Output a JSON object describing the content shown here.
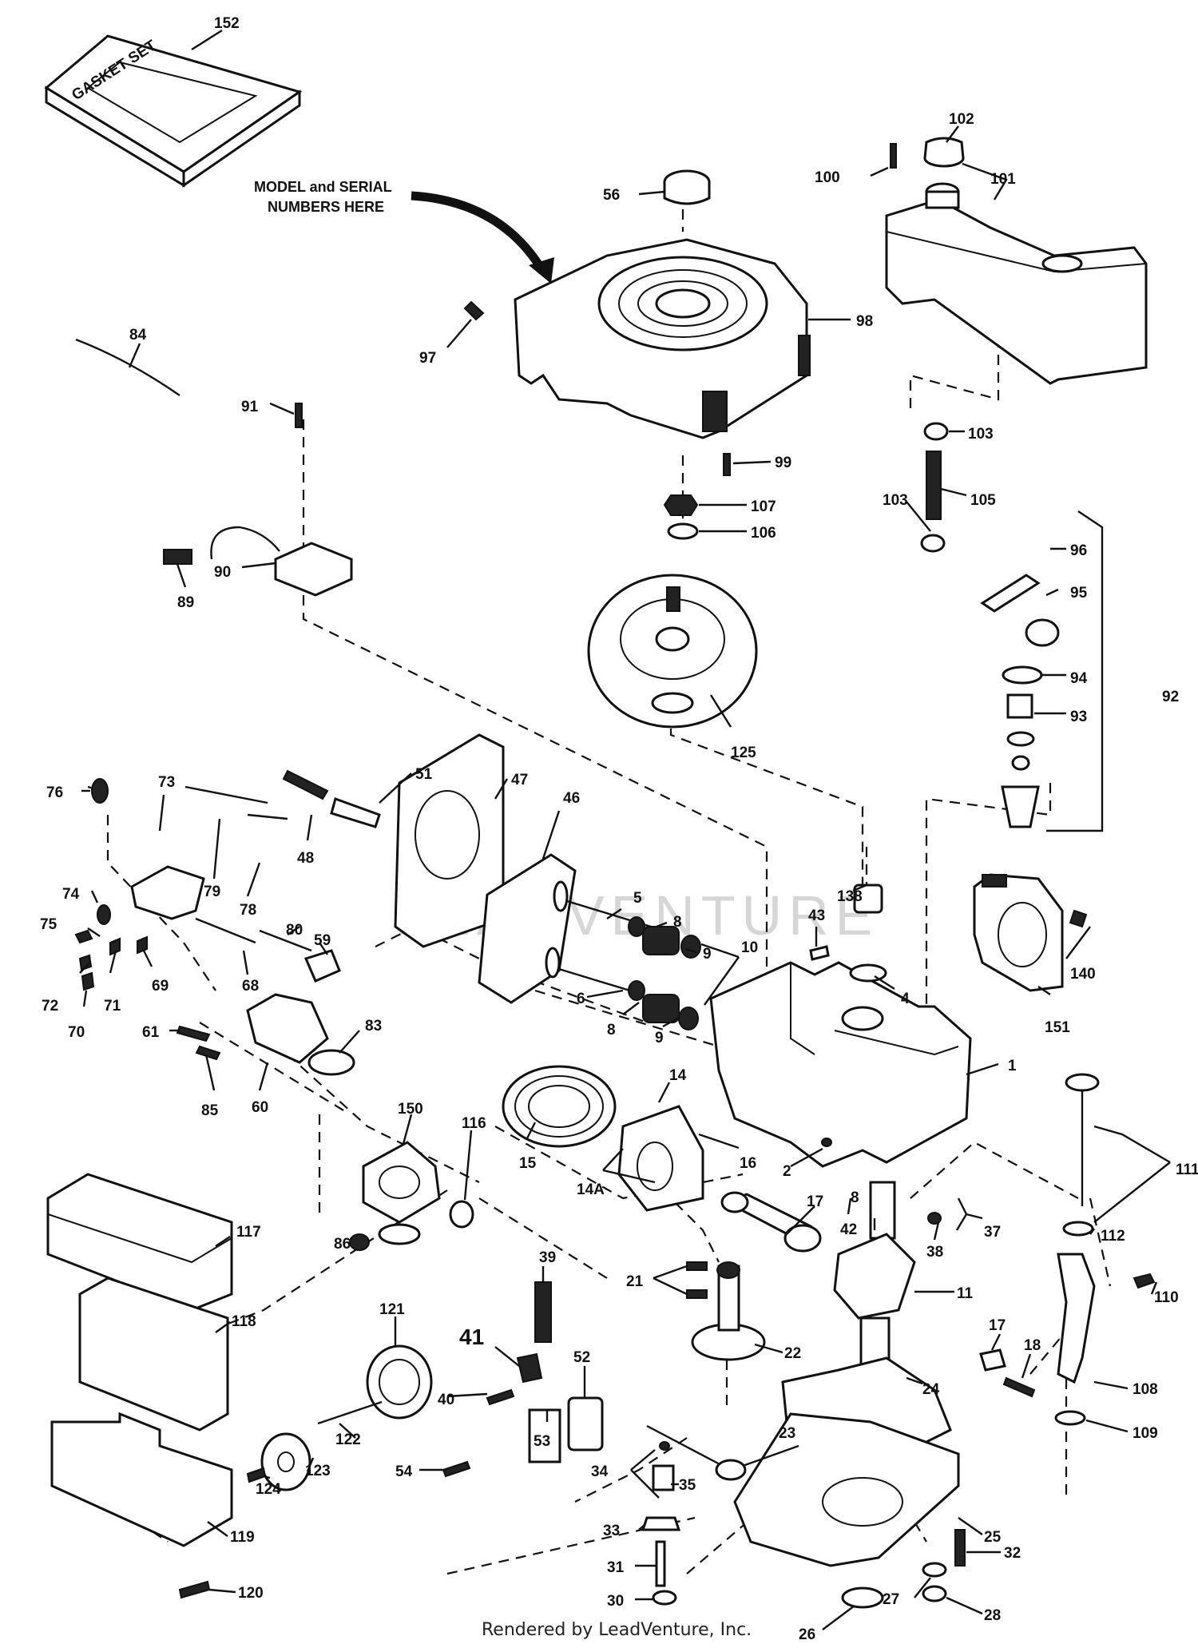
{
  "callout": {
    "line1": "MODEL and SERIAL",
    "line2": "NUMBERS HERE"
  },
  "gasket_set_text": "GASKET SET",
  "watermark": "LEADVENTURE",
  "footer": "Rendered by LeadVenture, Inc.",
  "labels": [
    {
      "id": "152",
      "text": "152"
    },
    {
      "id": "56",
      "text": "56"
    },
    {
      "id": "100",
      "text": "100"
    },
    {
      "id": "102",
      "text": "102"
    },
    {
      "id": "101",
      "text": "101"
    },
    {
      "id": "98",
      "text": "98"
    },
    {
      "id": "97",
      "text": "97"
    },
    {
      "id": "84",
      "text": "84"
    },
    {
      "id": "91",
      "text": "91"
    },
    {
      "id": "103a",
      "text": "103"
    },
    {
      "id": "99",
      "text": "99"
    },
    {
      "id": "107",
      "text": "107"
    },
    {
      "id": "103b",
      "text": "103"
    },
    {
      "id": "105",
      "text": "105"
    },
    {
      "id": "106",
      "text": "106"
    },
    {
      "id": "90",
      "text": "90"
    },
    {
      "id": "89",
      "text": "89"
    },
    {
      "id": "96",
      "text": "96"
    },
    {
      "id": "95",
      "text": "95"
    },
    {
      "id": "94",
      "text": "94"
    },
    {
      "id": "92",
      "text": "92"
    },
    {
      "id": "93",
      "text": "93"
    },
    {
      "id": "125",
      "text": "125"
    },
    {
      "id": "76",
      "text": "76"
    },
    {
      "id": "73",
      "text": "73"
    },
    {
      "id": "51",
      "text": "51"
    },
    {
      "id": "47",
      "text": "47"
    },
    {
      "id": "48",
      "text": "48"
    },
    {
      "id": "46",
      "text": "46"
    },
    {
      "id": "79",
      "text": "79"
    },
    {
      "id": "78",
      "text": "78"
    },
    {
      "id": "138",
      "text": "138"
    },
    {
      "id": "5",
      "text": "5"
    },
    {
      "id": "74",
      "text": "74"
    },
    {
      "id": "75",
      "text": "75"
    },
    {
      "id": "80",
      "text": "80"
    },
    {
      "id": "8a",
      "text": "8"
    },
    {
      "id": "9a",
      "text": "9"
    },
    {
      "id": "43",
      "text": "43"
    },
    {
      "id": "10",
      "text": "10"
    },
    {
      "id": "59",
      "text": "59"
    },
    {
      "id": "68",
      "text": "68"
    },
    {
      "id": "140",
      "text": "140"
    },
    {
      "id": "72",
      "text": "72"
    },
    {
      "id": "71",
      "text": "71"
    },
    {
      "id": "69",
      "text": "69"
    },
    {
      "id": "6",
      "text": "6"
    },
    {
      "id": "4",
      "text": "4"
    },
    {
      "id": "151",
      "text": "151"
    },
    {
      "id": "70",
      "text": "70"
    },
    {
      "id": "8b",
      "text": "8"
    },
    {
      "id": "9b",
      "text": "9"
    },
    {
      "id": "61",
      "text": "61"
    },
    {
      "id": "83",
      "text": "83"
    },
    {
      "id": "14",
      "text": "14"
    },
    {
      "id": "1",
      "text": "1"
    },
    {
      "id": "85",
      "text": "85"
    },
    {
      "id": "60",
      "text": "60"
    },
    {
      "id": "150",
      "text": "150"
    },
    {
      "id": "15",
      "text": "15"
    },
    {
      "id": "116",
      "text": "116"
    },
    {
      "id": "16",
      "text": "16"
    },
    {
      "id": "2",
      "text": "2"
    },
    {
      "id": "111",
      "text": "111"
    },
    {
      "id": "14A",
      "text": "14A"
    },
    {
      "id": "17a",
      "text": "17"
    },
    {
      "id": "8c",
      "text": "8"
    },
    {
      "id": "42",
      "text": "42"
    },
    {
      "id": "37",
      "text": "37"
    },
    {
      "id": "117",
      "text": "117"
    },
    {
      "id": "86",
      "text": "86"
    },
    {
      "id": "38",
      "text": "38"
    },
    {
      "id": "112",
      "text": "112"
    },
    {
      "id": "39",
      "text": "39"
    },
    {
      "id": "21",
      "text": "21"
    },
    {
      "id": "11",
      "text": "11"
    },
    {
      "id": "110",
      "text": "110"
    },
    {
      "id": "118",
      "text": "118"
    },
    {
      "id": "121",
      "text": "121"
    },
    {
      "id": "41",
      "text": "41"
    },
    {
      "id": "17b",
      "text": "17"
    },
    {
      "id": "22",
      "text": "22"
    },
    {
      "id": "18",
      "text": "18"
    },
    {
      "id": "52",
      "text": "52"
    },
    {
      "id": "40",
      "text": "40"
    },
    {
      "id": "23",
      "text": "23"
    },
    {
      "id": "108",
      "text": "108"
    },
    {
      "id": "53",
      "text": "53"
    },
    {
      "id": "24",
      "text": "24"
    },
    {
      "id": "122",
      "text": "122"
    },
    {
      "id": "54",
      "text": "54"
    },
    {
      "id": "34",
      "text": "34"
    },
    {
      "id": "35",
      "text": "35"
    },
    {
      "id": "109",
      "text": "109"
    },
    {
      "id": "123",
      "text": "123"
    },
    {
      "id": "124",
      "text": "124"
    },
    {
      "id": "33",
      "text": "33"
    },
    {
      "id": "25",
      "text": "25"
    },
    {
      "id": "119",
      "text": "119"
    },
    {
      "id": "31",
      "text": "31"
    },
    {
      "id": "32",
      "text": "32"
    },
    {
      "id": "120",
      "text": "120"
    },
    {
      "id": "30",
      "text": "30"
    },
    {
      "id": "27",
      "text": "27"
    },
    {
      "id": "28",
      "text": "28"
    },
    {
      "id": "26",
      "text": "26"
    }
  ]
}
